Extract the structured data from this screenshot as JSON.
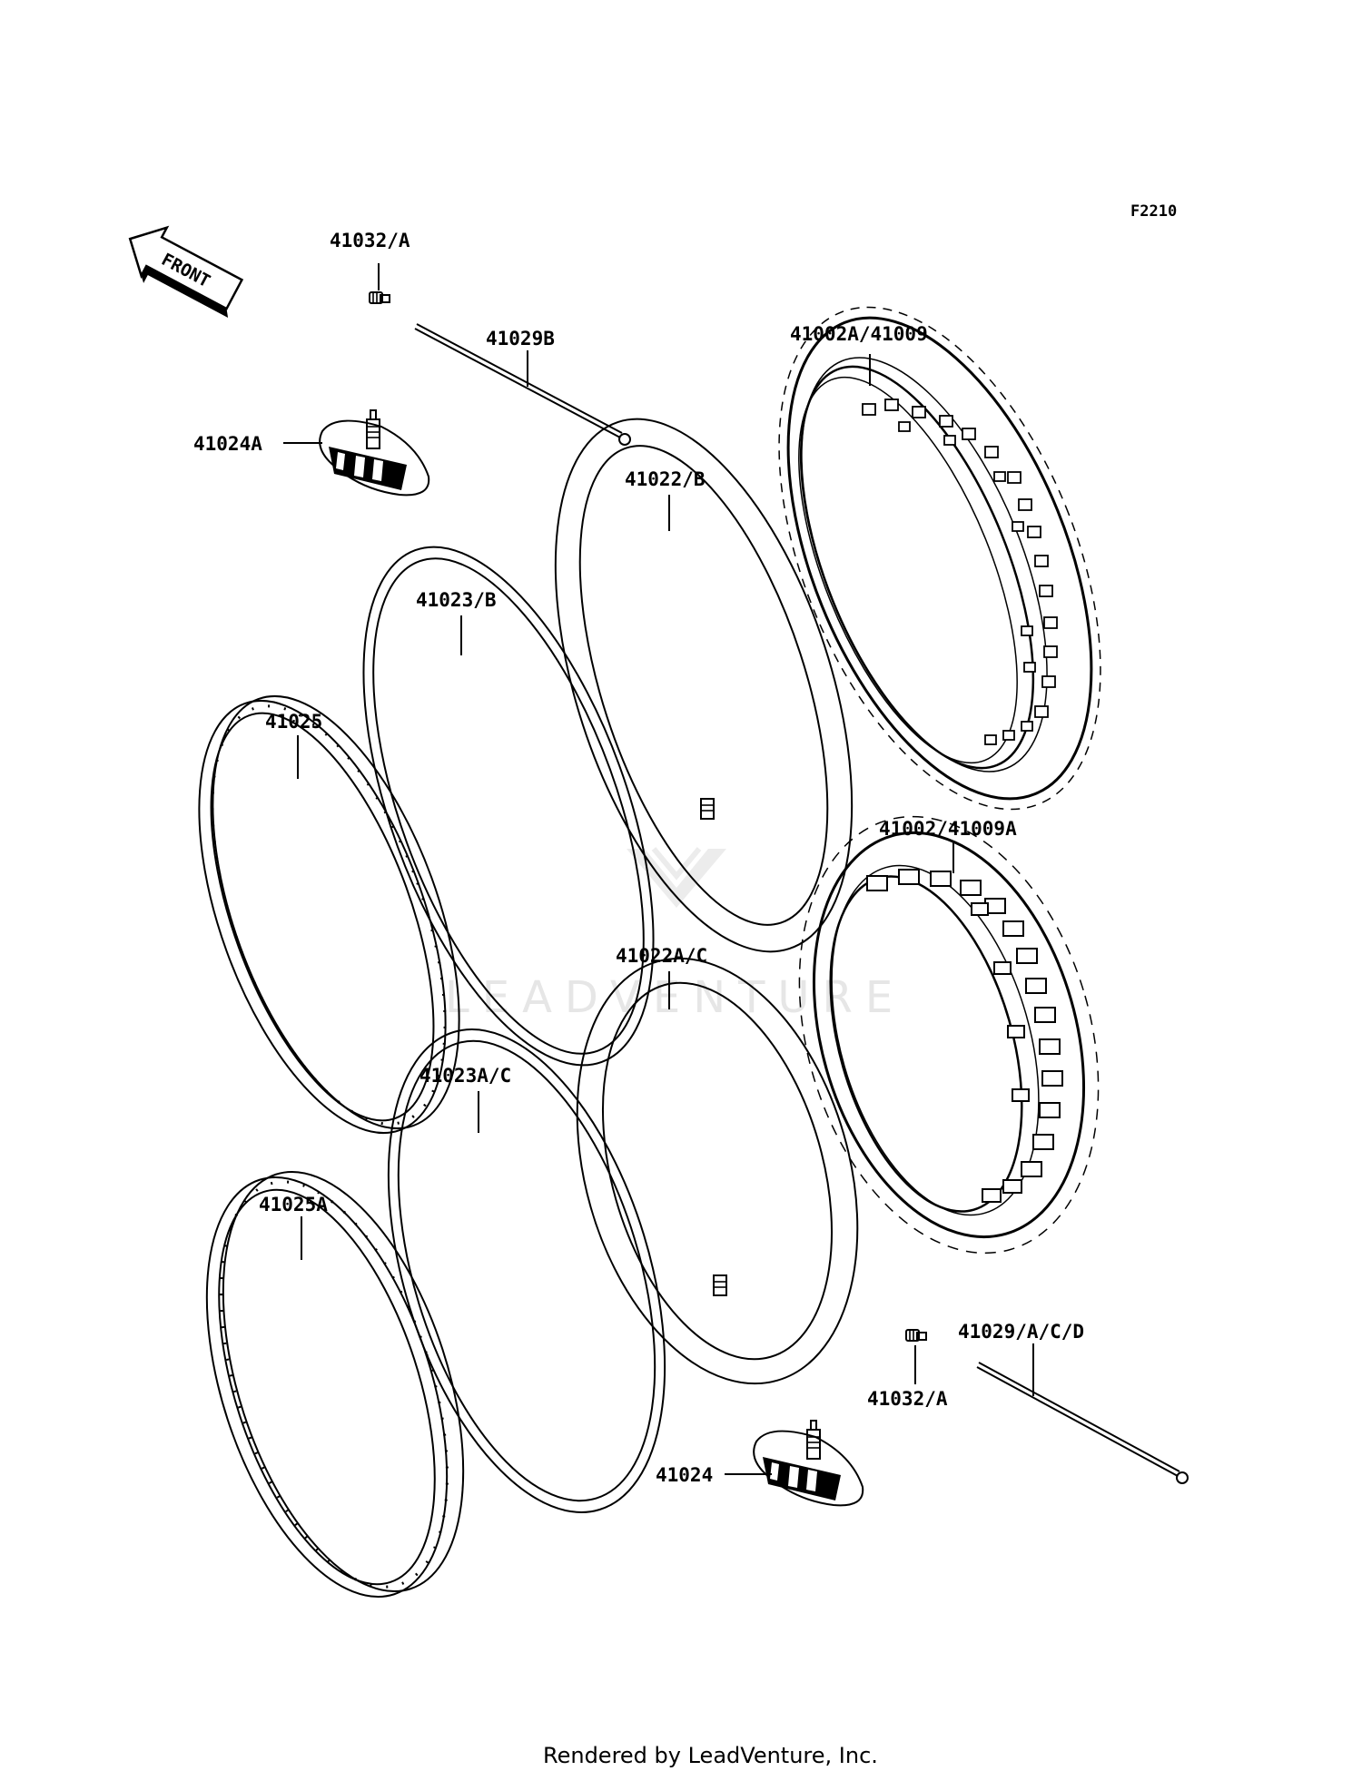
{
  "figure_code": "F2210",
  "front_label": "FRONT",
  "watermark": "LEADVENTURE",
  "footer": "Rendered by LeadVenture, Inc.",
  "parts": {
    "valve_core_top": "41032/A",
    "spoke_top": "41029B",
    "rim_band_top": "41024A",
    "tire_top": "41002A/41009",
    "tube_top": "41022/B",
    "flap_top": "41023/B",
    "rim_top": "41025",
    "tire_bottom": "41002/41009A",
    "tube_bottom": "41022A/C",
    "flap_bottom": "41023A/C",
    "rim_bottom": "41025A",
    "spoke_bottom": "41029/A/C/D",
    "valve_core_bottom": "41032/A",
    "rim_band_bottom": "41024"
  }
}
